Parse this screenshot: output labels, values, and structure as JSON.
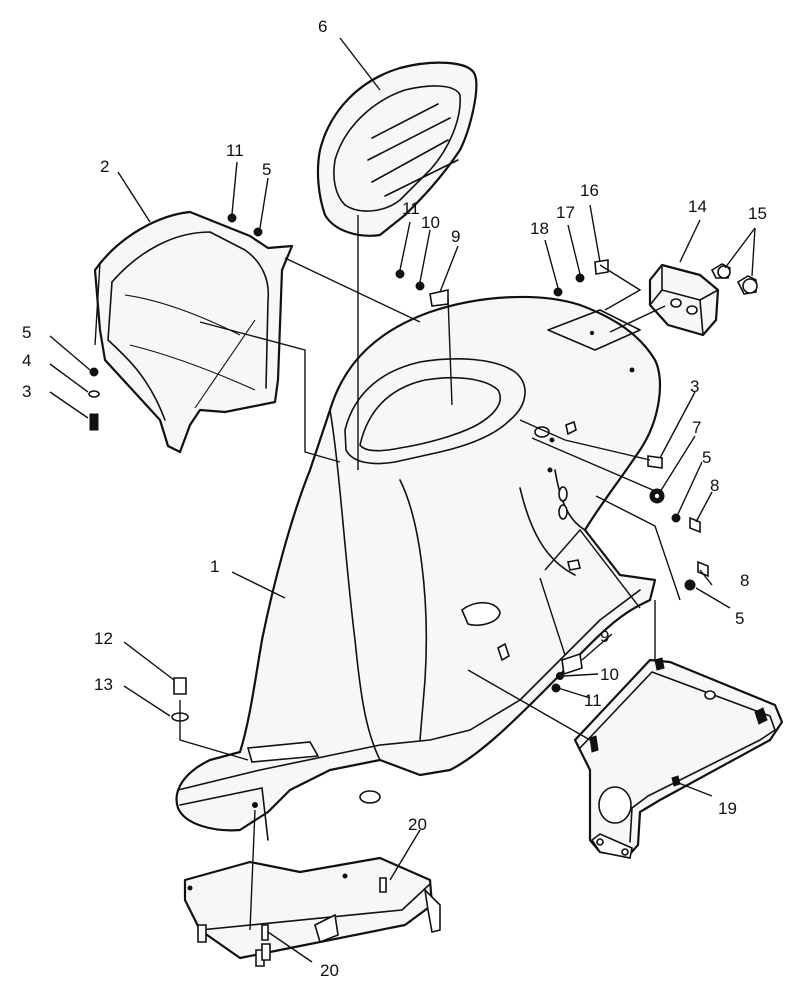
{
  "callouts": {
    "c1": "1",
    "c2": "2",
    "c3a": "3",
    "c3b": "3",
    "c4": "4",
    "c5a": "5",
    "c5b": "5",
    "c5c": "5",
    "c5d": "5",
    "c6": "6",
    "c7": "7",
    "c8a": "8",
    "c8b": "8",
    "c9a": "9",
    "c9b": "9",
    "c10a": "10",
    "c10b": "10",
    "c11a": "11",
    "c11b": "11",
    "c11c": "11",
    "c12": "12",
    "c13": "13",
    "c14": "14",
    "c15": "15",
    "c16": "16",
    "c17": "17",
    "c18": "18",
    "c19": "19",
    "c20a": "20",
    "c20b": "20"
  },
  "colors": {
    "line": "#111111",
    "fill": "#f7f7f7"
  }
}
